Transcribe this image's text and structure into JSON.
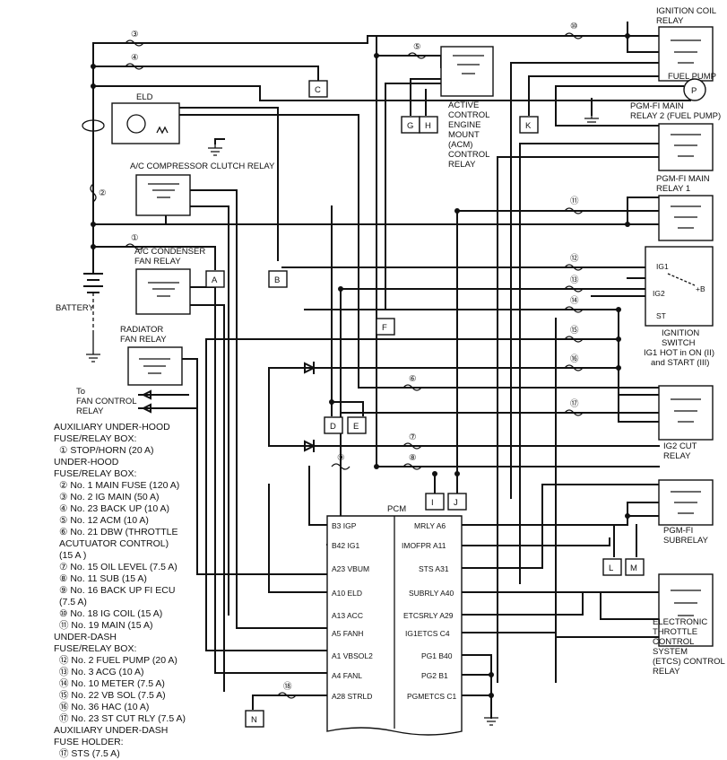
{
  "components": {
    "eld": "ELD",
    "ac_clutch_relay": "A/C COMPRESSOR CLUTCH RELAY",
    "ac_condenser_relay": [
      "A/C CONDENSER",
      "FAN RELAY"
    ],
    "battery": "BATTERY",
    "radiator_relay": [
      "RADIATOR",
      "FAN RELAY"
    ],
    "fan_control": [
      "To",
      "FAN CONTROL",
      "RELAY"
    ],
    "acm_relay": [
      "ACTIVE",
      "CONTROL",
      "ENGINE",
      "MOUNT",
      "(ACM)",
      "CONTROL",
      "RELAY"
    ],
    "ignition_coil_relay": [
      "IGNITION COIL",
      "RELAY"
    ],
    "fuel_pump": "FUEL PUMP",
    "fuel_pump_symbol": "P",
    "pgm_fi_main2": [
      "PGM-FI MAIN",
      "RELAY 2 (FUEL PUMP)"
    ],
    "pgm_fi_main1": [
      "PGM-FI MAIN",
      "RELAY 1"
    ],
    "ignition_switch": [
      "IGNITION",
      "SWITCH",
      "IG1 HOT in ON (II)",
      "and START (III)"
    ],
    "ig_terminals": [
      "IG1",
      "IG2",
      "ST",
      "+B"
    ],
    "ig2_cut_relay": [
      "IG2 CUT",
      "RELAY"
    ],
    "pgm_fi_subrelay": [
      "PGM-FI",
      "SUBRELAY"
    ],
    "etcs_relay": [
      "ELECTRONIC",
      "THROTTLE",
      "CONTROL",
      "SYSTEM",
      "(ETCS) CONTROL",
      "RELAY"
    ],
    "pcm": "PCM"
  },
  "connectors": [
    "A",
    "B",
    "C",
    "D",
    "E",
    "F",
    "G",
    "H",
    "I",
    "J",
    "K",
    "L",
    "M",
    "N"
  ],
  "fuse_numbers": [
    "①",
    "②",
    "③",
    "④",
    "⑤",
    "⑥",
    "⑦",
    "⑧",
    "⑨",
    "⑩",
    "⑪",
    "⑫",
    "⑬",
    "⑭",
    "⑮",
    "⑯",
    "⑰",
    "⑱"
  ],
  "pcm_left_pins": [
    "B3 IGP",
    "B42 IG1",
    "A23 VBUM",
    "A10 ELD",
    "A13 ACC",
    "A5 FANH",
    "A1 VBSOL2",
    "A4 FANL",
    "A28 STRLD"
  ],
  "pcm_right_pins": [
    "MRLY A6",
    "IMOFPR A11",
    "STS A31",
    "SUBRLY A40",
    "ETCSRLY A29",
    "IG1ETCS C4",
    "PG1 B40",
    "PG2 B1",
    "PGMETCS C1"
  ],
  "legend": {
    "h1": "AUXILIARY UNDER-HOOD",
    "h1b": "FUSE/RELAY BOX:",
    "aux_hood": [
      "① STOP/HORN (20 A)"
    ],
    "h2": "UNDER-HOOD",
    "h2b": "FUSE/RELAY BOX:",
    "under_hood": [
      "② No. 1 MAIN FUSE (120 A)",
      "③ No. 2 IG MAIN (50 A)",
      "④ No. 23 BACK UP (10 A)",
      "⑤ No. 12 ACM (10 A)",
      "⑥ No. 21 DBW (THROTTLE",
      "ACUTUATOR CONTROL)",
      "(15 A )",
      "⑦ No. 15 OIL LEVEL (7.5 A)",
      "⑧ No. 11 SUB (15 A)",
      "⑨ No. 16 BACK UP FI ECU",
      "(7.5 A)",
      "⑩ No. 18 IG COIL (15 A)",
      "⑪ No. 19 MAIN (15 A)"
    ],
    "h3": "UNDER-DASH",
    "h3b": "FUSE/RELAY BOX:",
    "under_dash": [
      "⑫ No. 2 FUEL PUMP (20 A)",
      "⑬ No. 3 ACG (10 A)",
      "⑭ No. 10 METER (7.5 A)",
      "⑮ No. 22 VB SOL (7.5 A)",
      "⑯ No. 36 HAC (10 A)",
      "⑰ No. 23 ST CUT RLY (7.5 A)"
    ],
    "h4": "AUXILIARY UNDER-DASH",
    "h4b": "FUSE HOLDER:",
    "aux_dash": [
      "⑰ STS (7.5 A)"
    ]
  }
}
